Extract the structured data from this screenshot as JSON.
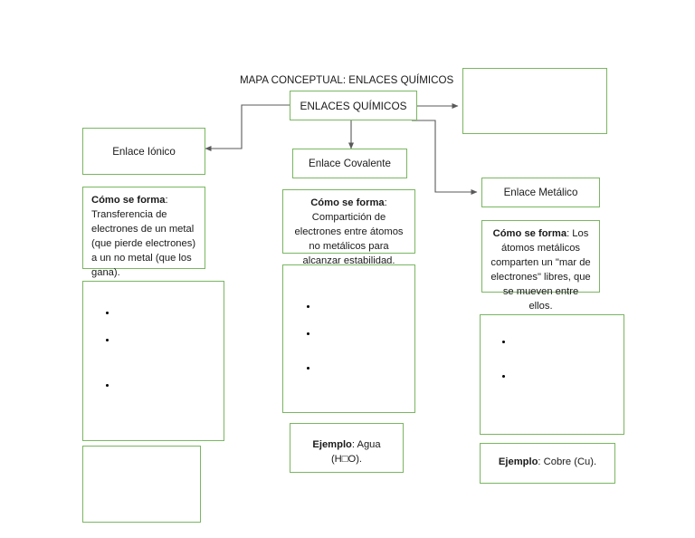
{
  "document": {
    "title": "MAPA CONCEPTUAL: ENLACES QUÍMICOS",
    "border_color": "#7ab661",
    "connector_color": "#595959",
    "background": "#ffffff"
  },
  "root_node": {
    "label": "ENLACES QUÍMICOS"
  },
  "empty_top_right_box": {
    "label": ""
  },
  "branches": {
    "ionic": {
      "node_label": "Enlace Iónico",
      "description_lead": "Cómo se forma",
      "description_body": ": Transferencia de electrones de un metal (que pierde electrones) a un no metal (que los gana).",
      "bullets": [
        "",
        "",
        ""
      ],
      "extra_empty_box": ""
    },
    "covalent": {
      "node_label": "Enlace Covalente",
      "description_lead": "Cómo se forma",
      "description_body": ": Compartición de electrones entre átomos no metálicos para alcanzar estabilidad.",
      "bullets": [
        "",
        "",
        ""
      ],
      "example_lead": "Ejemplo",
      "example_body": ": Agua (H□O)."
    },
    "metallic": {
      "node_label": "Enlace Metálico",
      "description_lead": "Cómo se forma",
      "description_body": ": Los átomos metálicos comparten un \"mar de electrones\" libres, que se mueven entre ellos.",
      "bullets": [
        "",
        ""
      ],
      "example_lead": "Ejemplo",
      "example_body": ": Cobre (Cu)."
    }
  }
}
